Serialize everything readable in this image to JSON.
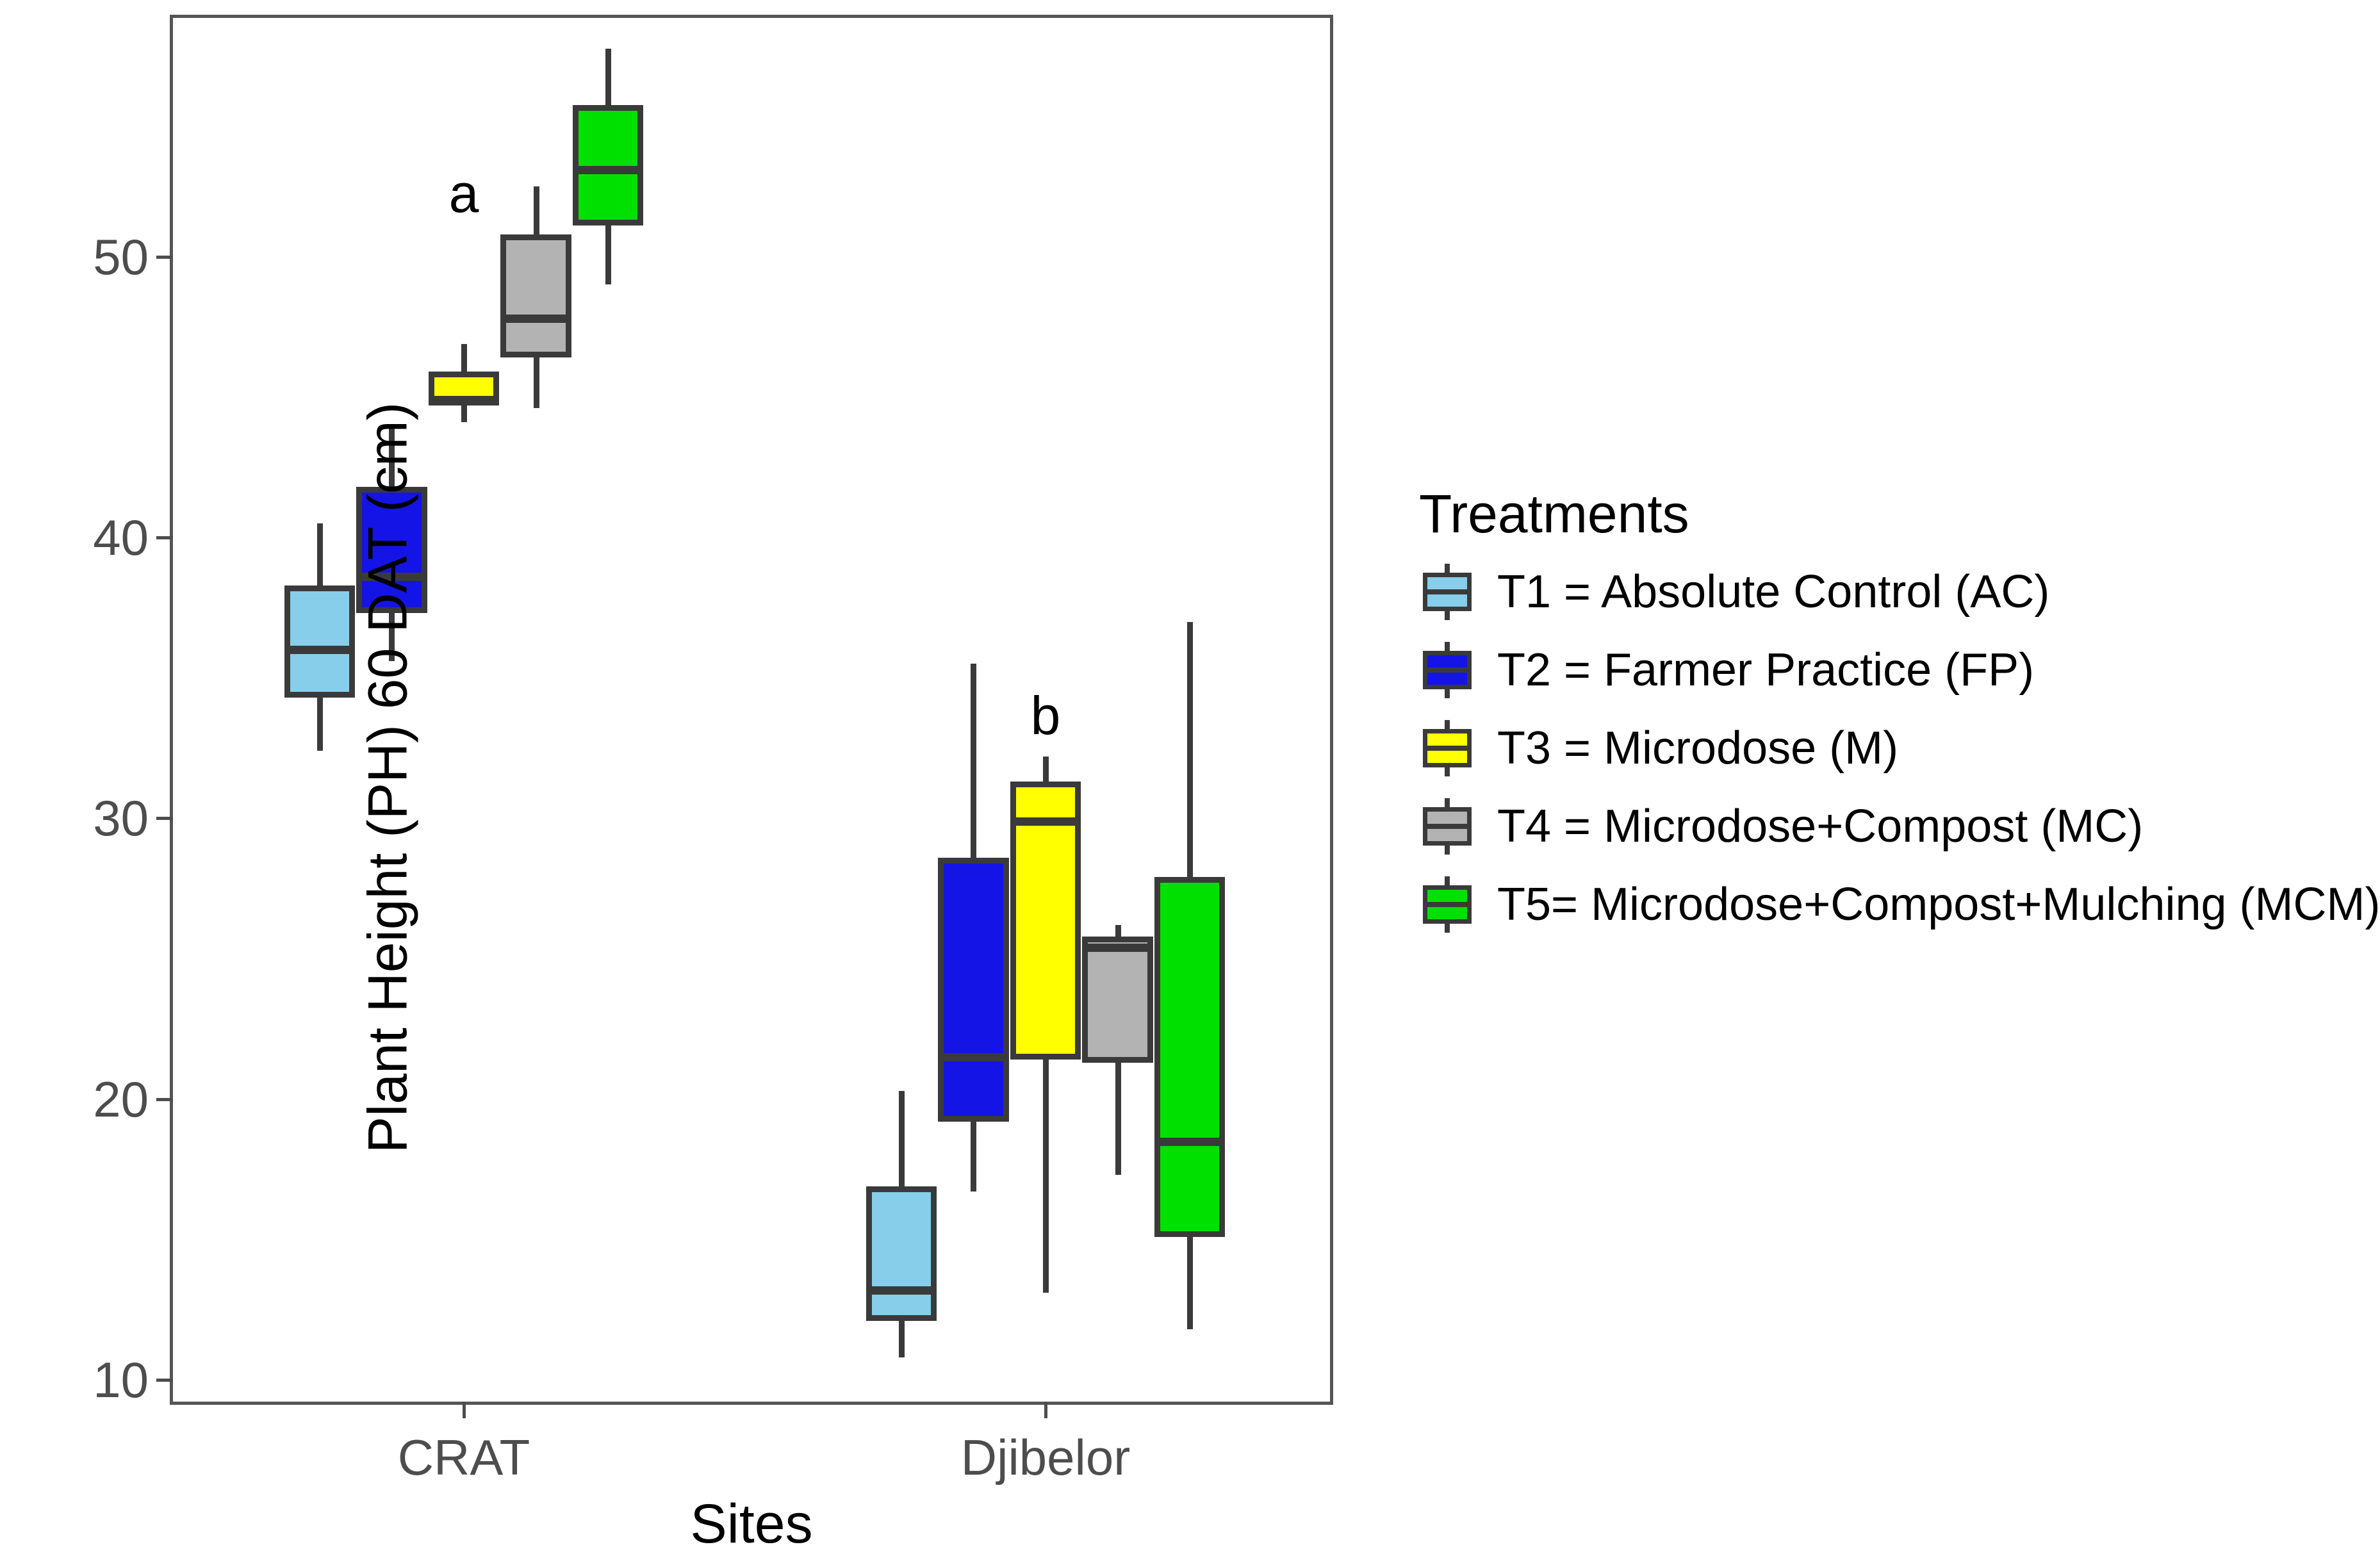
{
  "chart_data": {
    "type": "box",
    "title": "",
    "xlabel": "Sites",
    "ylabel": "Plant Height (PH) 60 DAT (cm)",
    "legend_title": "Treatments",
    "legend_position": "right",
    "grid": false,
    "ylim": [
      9.0,
      58.5
    ],
    "yticks": [
      10,
      20,
      30,
      40,
      50
    ],
    "ytick_labels": [
      "10",
      "20",
      "30",
      "40",
      "50"
    ],
    "categories": [
      "CRAT",
      "Djibelor"
    ],
    "series": [
      {
        "name": "T1 = Absolute Control (AC)",
        "color": "#87CEEB",
        "boxes": [
          {
            "category": "CRAT",
            "whisker_low": 32.4,
            "q1": 34.3,
            "median": 36.0,
            "q3": 38.3,
            "whisker_high": 40.5
          },
          {
            "category": "Djibelor",
            "whisker_low": 10.8,
            "q1": 12.1,
            "median": 13.2,
            "q3": 16.9,
            "whisker_high": 20.3
          }
        ]
      },
      {
        "name": "T2 = Farmer Practice (FP)",
        "color": "#1414E6",
        "boxes": [
          {
            "category": "CRAT",
            "whisker_low": 35.6,
            "q1": 37.3,
            "median": 38.6,
            "q3": 41.8,
            "whisker_high": 44.0
          },
          {
            "category": "Djibelor",
            "whisker_low": 16.7,
            "q1": 19.2,
            "median": 21.5,
            "q3": 28.6,
            "whisker_high": 35.5
          }
        ]
      },
      {
        "name": "T3 = Microdose (M)",
        "color": "#FFFF00",
        "boxes": [
          {
            "category": "CRAT",
            "whisker_low": 44.1,
            "q1": 44.7,
            "median": 44.9,
            "q3": 45.9,
            "whisker_high": 46.9
          },
          {
            "category": "Djibelor",
            "whisker_low": 13.1,
            "q1": 21.4,
            "median": 29.9,
            "q3": 31.3,
            "whisker_high": 32.2
          }
        ]
      },
      {
        "name": "T4 = Microdose+Compost (MC)",
        "color": "#B3B3B3",
        "boxes": [
          {
            "category": "CRAT",
            "whisker_low": 44.6,
            "q1": 46.4,
            "median": 47.8,
            "q3": 50.8,
            "whisker_high": 52.5
          },
          {
            "category": "Djibelor",
            "whisker_low": 17.3,
            "q1": 21.3,
            "median": 25.4,
            "q3": 25.8,
            "whisker_high": 26.2
          }
        ]
      },
      {
        "name": "T5= Microdose+Compost+Mulching (MCM)",
        "color": "#00E000",
        "boxes": [
          {
            "category": "CRAT",
            "whisker_low": 49.0,
            "q1": 51.1,
            "median": 53.1,
            "q3": 55.4,
            "whisker_high": 57.4
          },
          {
            "category": "Djibelor",
            "whisker_low": 11.8,
            "q1": 15.1,
            "median": 18.5,
            "q3": 27.9,
            "whisker_high": 37.0
          }
        ]
      }
    ],
    "annotations": [
      {
        "text": "a",
        "category": "CRAT",
        "series_index": 2,
        "y": 51.3
      },
      {
        "text": "b",
        "category": "Djibelor",
        "series_index": 2,
        "y": 32.7
      }
    ]
  }
}
